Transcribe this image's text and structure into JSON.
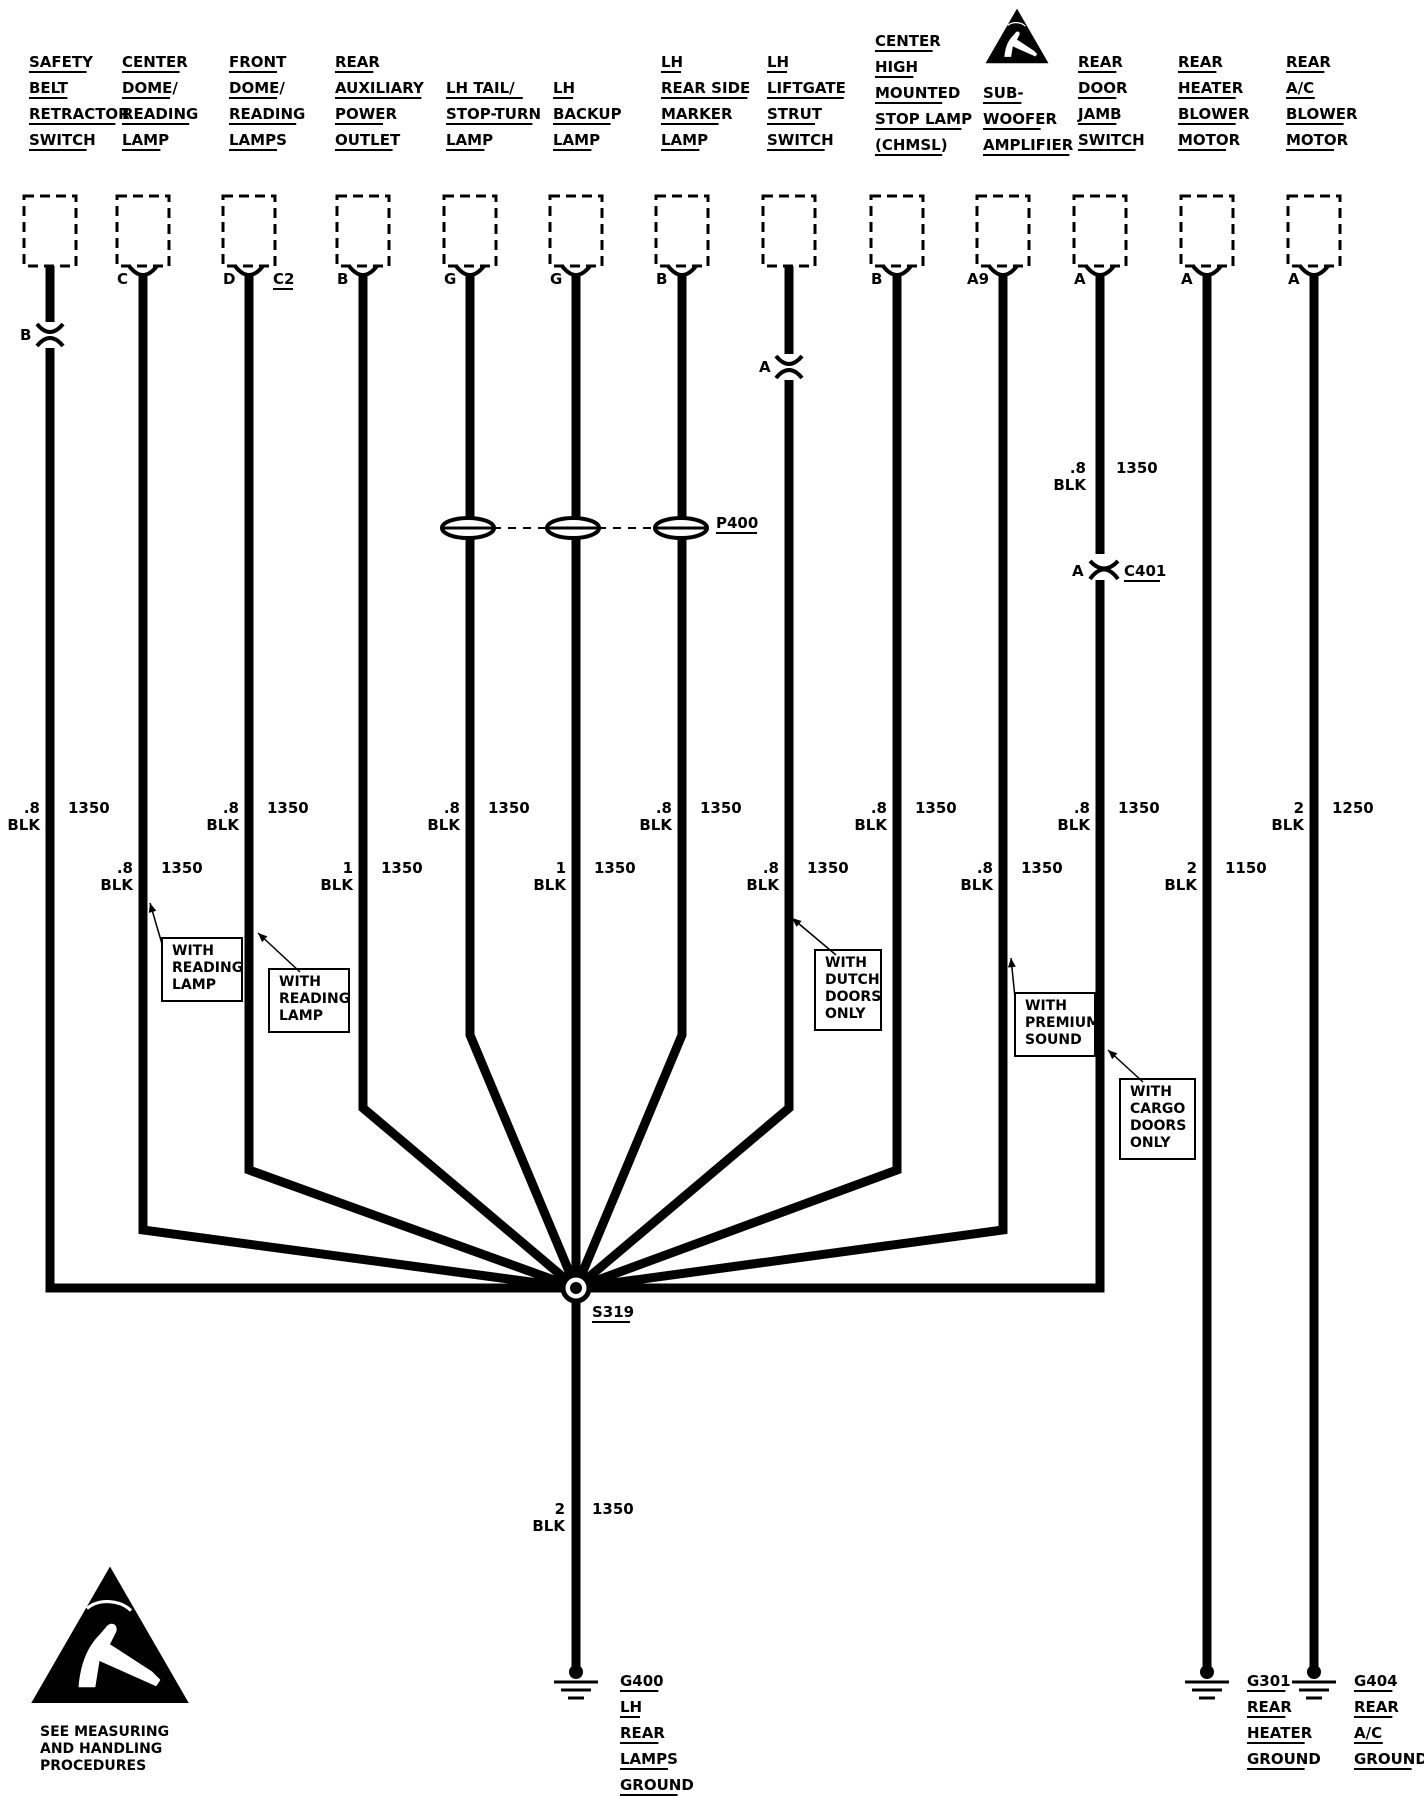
{
  "components": [
    {
      "id": "c1",
      "label_lines": [
        "SAFETY",
        "BELT",
        "RETRACTOR",
        "SWITCH"
      ],
      "pin": "",
      "inline_connector": "B"
    },
    {
      "id": "c2",
      "label_lines": [
        "CENTER",
        "DOME/",
        "READING",
        "LAMP"
      ],
      "pin": "C"
    },
    {
      "id": "c3",
      "label_lines": [
        "FRONT",
        "DOME/",
        "READING",
        "LAMPS"
      ],
      "pin": "D",
      "connector_ref": "C2"
    },
    {
      "id": "c4",
      "label_lines": [
        "REAR",
        "AUXILIARY",
        "POWER",
        "OUTLET"
      ],
      "pin": "B"
    },
    {
      "id": "c5",
      "label_lines": [
        "LH TAIL/",
        "STOP-TURN",
        "LAMP"
      ],
      "pin": "G"
    },
    {
      "id": "c6",
      "label_lines": [
        "LH",
        "BACKUP",
        "LAMP"
      ],
      "pin": "G"
    },
    {
      "id": "c7",
      "label_lines": [
        "LH",
        "REAR SIDE",
        "MARKER",
        "LAMP"
      ],
      "pin": "B"
    },
    {
      "id": "c8",
      "label_lines": [
        "LH",
        "LIFTGATE",
        "STRUT",
        "SWITCH"
      ],
      "pin": "",
      "inline_connector": "A"
    },
    {
      "id": "c9",
      "label_lines": [
        "CENTER",
        "HIGH",
        "MOUNTED",
        "STOP LAMP",
        "(CHMSL)"
      ],
      "pin": "B"
    },
    {
      "id": "c10",
      "label_lines": [
        "SUB-",
        "WOOFER",
        "AMPLIFIER"
      ],
      "pin": "A9"
    },
    {
      "id": "c11",
      "label_lines": [
        "REAR",
        "DOOR",
        "JAMB",
        "SWITCH"
      ],
      "pin": "A"
    },
    {
      "id": "c12",
      "label_lines": [
        "REAR",
        "HEATER",
        "BLOWER",
        "MOTOR"
      ],
      "pin": "A"
    },
    {
      "id": "c13",
      "label_lines": [
        "REAR",
        "A/C",
        "BLOWER",
        "MOTOR"
      ],
      "pin": "A"
    }
  ],
  "wires": [
    {
      "size": ".8",
      "color": "BLK",
      "circuit": "1350"
    },
    {
      "size": ".8",
      "color": "BLK",
      "circuit": "1350"
    },
    {
      "size": ".8",
      "color": "BLK",
      "circuit": "1350"
    },
    {
      "size": "1",
      "color": "BLK",
      "circuit": "1350"
    },
    {
      "size": ".8",
      "color": "BLK",
      "circuit": "1350"
    },
    {
      "size": "1",
      "color": "BLK",
      "circuit": "1350"
    },
    {
      "size": ".8",
      "color": "BLK",
      "circuit": "1350"
    },
    {
      "size": ".8",
      "color": "BLK",
      "circuit": "1350"
    },
    {
      "size": ".8",
      "color": "BLK",
      "circuit": "1350"
    },
    {
      "size": ".8",
      "color": "BLK",
      "circuit": "1350"
    },
    {
      "size": ".8",
      "color": "BLK",
      "circuit": "1350"
    },
    {
      "size": "2",
      "color": "BLK",
      "circuit": "1150"
    },
    {
      "size": "2",
      "color": "BLK",
      "circuit": "1250"
    }
  ],
  "upper_wire_label": {
    "size": ".8",
    "color": "BLK",
    "circuit": "1350"
  },
  "inline_connectors": {
    "p400": "P400",
    "c401": "C401",
    "c401_pin": "A"
  },
  "notes": [
    {
      "lines": [
        "WITH",
        "READING",
        "LAMP"
      ]
    },
    {
      "lines": [
        "WITH",
        "READING",
        "LAMP"
      ]
    },
    {
      "lines": [
        "WITH",
        "DUTCH",
        "DOORS",
        "ONLY"
      ]
    },
    {
      "lines": [
        "WITH",
        "PREMIUM",
        "SOUND"
      ]
    },
    {
      "lines": [
        "WITH",
        "CARGO",
        "DOORS",
        "ONLY"
      ]
    }
  ],
  "splice": {
    "id": "S319"
  },
  "main_wire": {
    "size": "2",
    "color": "BLK",
    "circuit": "1350"
  },
  "grounds": [
    {
      "lines": [
        "G400",
        "LH",
        "REAR",
        "LAMPS",
        "GROUND"
      ]
    },
    {
      "lines": [
        "G301",
        "REAR",
        "HEATER",
        "GROUND"
      ]
    },
    {
      "lines": [
        "G404",
        "REAR",
        "A/C",
        "GROUND"
      ]
    }
  ],
  "esd_note": {
    "lines": [
      "SEE MEASURING",
      "AND HANDLING",
      "PROCEDURES"
    ]
  }
}
